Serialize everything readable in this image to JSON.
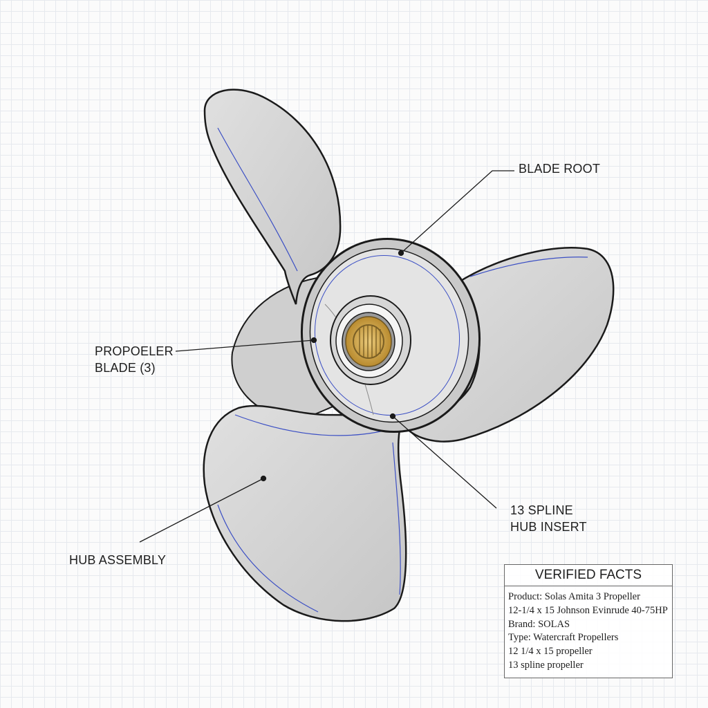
{
  "labels": {
    "blade_root": "BLADE ROOT",
    "propeller_blade": [
      "PROPOELER",
      "BLADE (3)"
    ],
    "spline_insert": [
      "13 SPLINE",
      "HUB INSERT"
    ],
    "hub_assembly": "HUB ASSEMBLY"
  },
  "facts": {
    "title": "VERIFIED FACTS",
    "lines": [
      "Product: Solas Amita 3 Propeller",
      "12-1/4 x 15 Johnson Evinrude 40-75HP",
      "Brand:  SOLAS",
      "Type: Watercraft Propellers",
      "12 1/4 x 15 propeller",
      "13 spline propeller"
    ]
  },
  "colors": {
    "blade_fill": "#d4d4d4",
    "outline": "#1a1a1a",
    "sketch_blue": "#3b4fc4",
    "spline_gold": "#cfa64e"
  }
}
